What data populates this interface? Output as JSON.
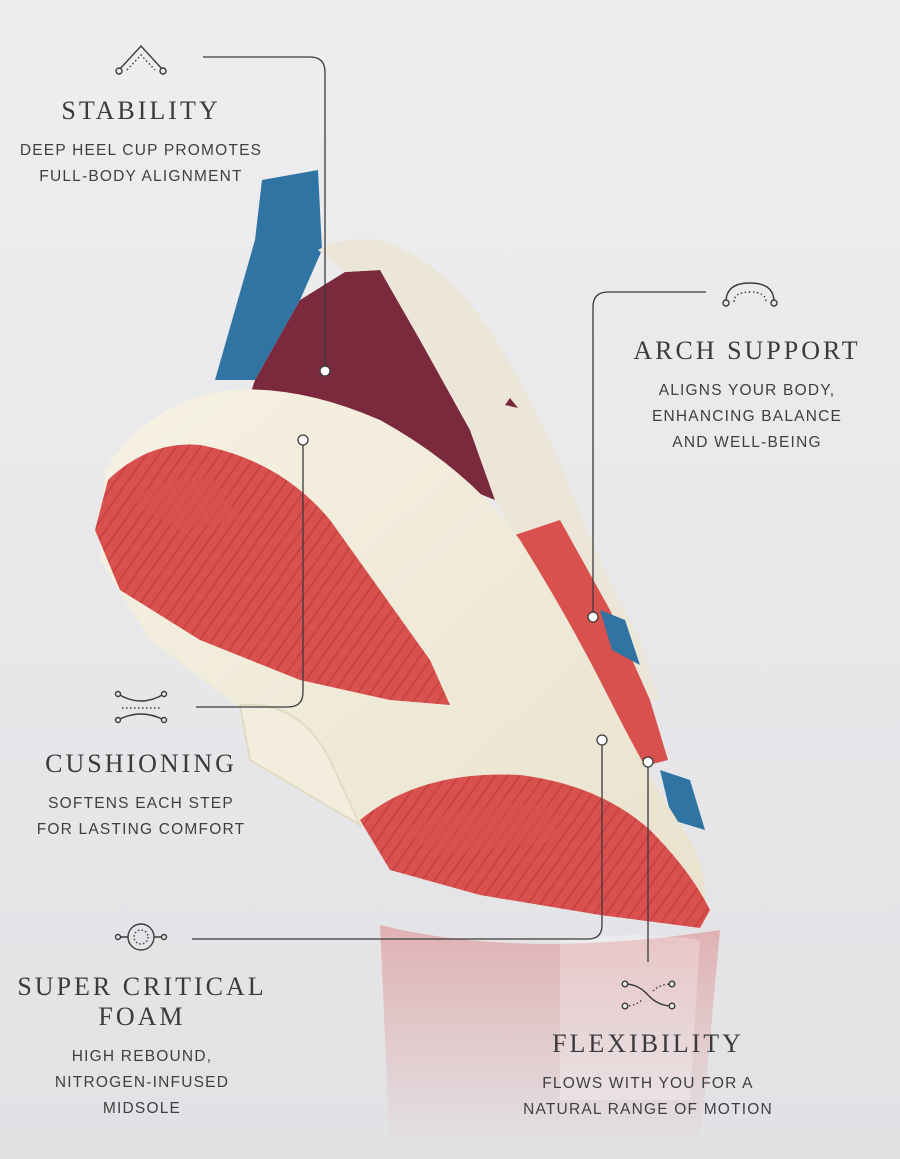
{
  "features": {
    "stability": {
      "icon": "peak-icon",
      "title": "STABILITY",
      "lines": [
        "DEEP HEEL CUP PROMOTES",
        "FULL-BODY ALIGNMENT"
      ]
    },
    "arch_support": {
      "icon": "arch-icon",
      "title": "ARCH SUPPORT",
      "lines": [
        "ALIGNS YOUR BODY,",
        "ENHANCING BALANCE",
        "AND WELL-BEING"
      ]
    },
    "cushioning": {
      "icon": "cushion-icon",
      "title": "CUSHIONING",
      "lines": [
        "SOFTENS EACH STEP",
        "FOR LASTING COMFORT"
      ]
    },
    "super_critical_foam": {
      "icon": "foam-icon",
      "title_lines": [
        "SUPER CRITICAL",
        "FOAM"
      ],
      "lines": [
        "HIGH REBOUND,",
        "NITROGEN-INFUSED",
        "MIDSOLE"
      ]
    },
    "flexibility": {
      "icon": "flex-curve-icon",
      "title": "FLEXIBILITY",
      "lines": [
        "FLOWS WITH YOU FOR A",
        "NATURAL RANGE OF MOTION"
      ]
    }
  },
  "colors": {
    "background": "#ebebed",
    "sole_red": "#d9514f",
    "midsole_cream": "#f2ecda",
    "upper_cream": "#ece6d8",
    "heel_maroon": "#7a2a3c",
    "pull_tab_blue": "#2f74a3",
    "line": "#3a3a3d"
  }
}
